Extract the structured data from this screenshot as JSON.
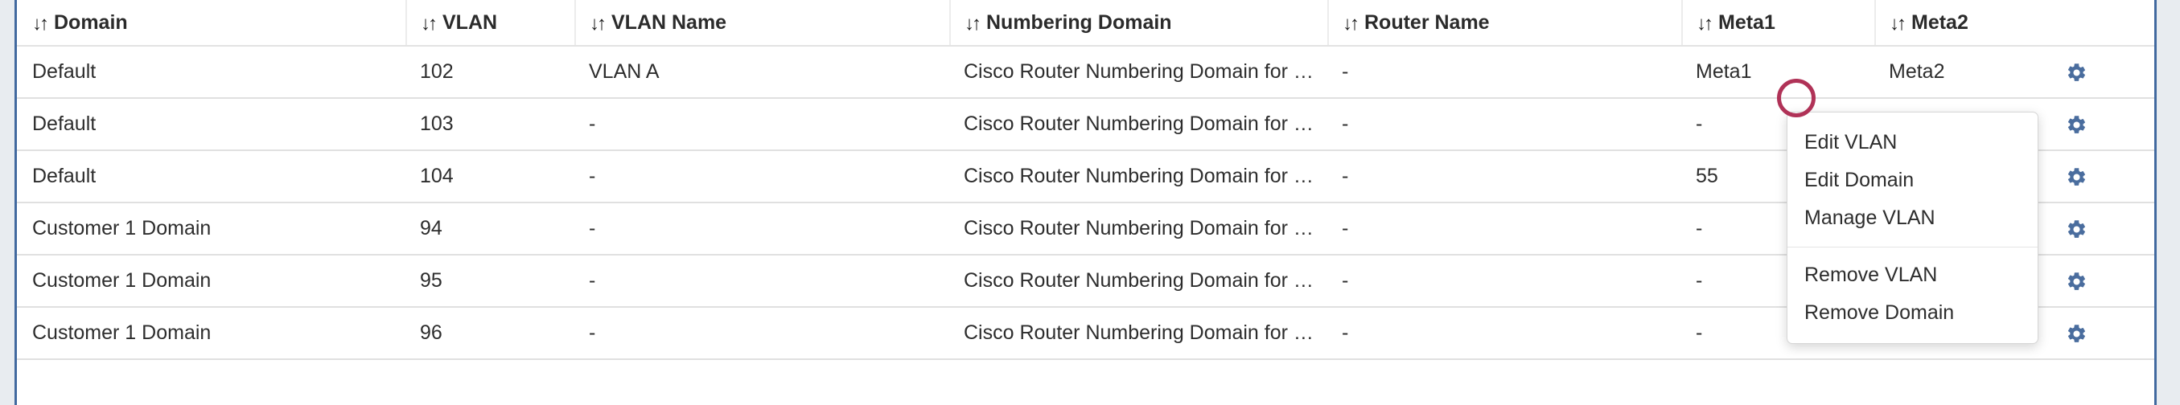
{
  "table": {
    "columns": [
      {
        "key": "domain",
        "label": "Domain",
        "sortable": true,
        "sort_icon": "sort-updown-icon"
      },
      {
        "key": "vlan",
        "label": "VLAN",
        "sortable": true,
        "sort_icon": "sort-updown-icon"
      },
      {
        "key": "vlan_name",
        "label": "VLAN Name",
        "sortable": true,
        "sort_icon": "sort-updown-icon"
      },
      {
        "key": "num_dom",
        "label": "Numbering Domain",
        "sortable": true,
        "sort_icon": "sort-updown-icon"
      },
      {
        "key": "router",
        "label": "Router Name",
        "sortable": true,
        "sort_icon": "sort-updown-icon"
      },
      {
        "key": "meta1",
        "label": "Meta1",
        "sortable": true,
        "sort_icon": "sort-updown-icon"
      },
      {
        "key": "meta2",
        "label": "Meta2",
        "sortable": true,
        "sort_icon": "sort-updown-icon"
      },
      {
        "key": "actions",
        "label": "",
        "sortable": false,
        "sort_icon": ""
      }
    ],
    "sort_glyph": "↓↑",
    "rows": [
      {
        "domain": "Default",
        "vlan": "102",
        "vlan_name": "VLAN A",
        "num_dom": "Cisco Router Numbering Domain for …",
        "router": "-",
        "meta1": "Meta1",
        "meta2": "Meta2",
        "action_icon": "gear-icon"
      },
      {
        "domain": "Default",
        "vlan": "103",
        "vlan_name": "-",
        "num_dom": "Cisco Router Numbering Domain for …",
        "router": "-",
        "meta1": "-",
        "meta2": "",
        "action_icon": "gear-icon"
      },
      {
        "domain": "Default",
        "vlan": "104",
        "vlan_name": "-",
        "num_dom": "Cisco Router Numbering Domain for …",
        "router": "-",
        "meta1": "55",
        "meta2": "",
        "action_icon": "gear-icon"
      },
      {
        "domain": "Customer 1 Domain",
        "vlan": "94",
        "vlan_name": "-",
        "num_dom": "Cisco Router Numbering Domain for …",
        "router": "-",
        "meta1": "-",
        "meta2": "",
        "action_icon": "gear-icon"
      },
      {
        "domain": "Customer 1 Domain",
        "vlan": "95",
        "vlan_name": "-",
        "num_dom": "Cisco Router Numbering Domain for …",
        "router": "-",
        "meta1": "-",
        "meta2": "",
        "action_icon": "gear-icon"
      },
      {
        "domain": "Customer 1 Domain",
        "vlan": "96",
        "vlan_name": "-",
        "num_dom": "Cisco Router Numbering Domain for …",
        "router": "-",
        "meta1": "-",
        "meta2": "-",
        "action_icon": "gear-icon"
      }
    ]
  },
  "context_menu": {
    "visible": true,
    "groups": [
      {
        "items": [
          {
            "label": "Edit VLAN"
          },
          {
            "label": "Edit Domain"
          },
          {
            "label": "Manage VLAN"
          }
        ]
      },
      {
        "items": [
          {
            "label": "Remove VLAN"
          },
          {
            "label": "Remove Domain"
          }
        ]
      }
    ]
  },
  "annotation": {
    "shape": "circle",
    "color": "#b03257"
  },
  "colors": {
    "frame_rule": "#41699f",
    "page_background": "#e8ecf0",
    "content_background": "#ffffff",
    "gear": "#4a6d9e",
    "row_border": "#e0e0e0",
    "header_border": "#e3e3e3",
    "annotation": "#b03257",
    "text": "#2d2d2d"
  }
}
